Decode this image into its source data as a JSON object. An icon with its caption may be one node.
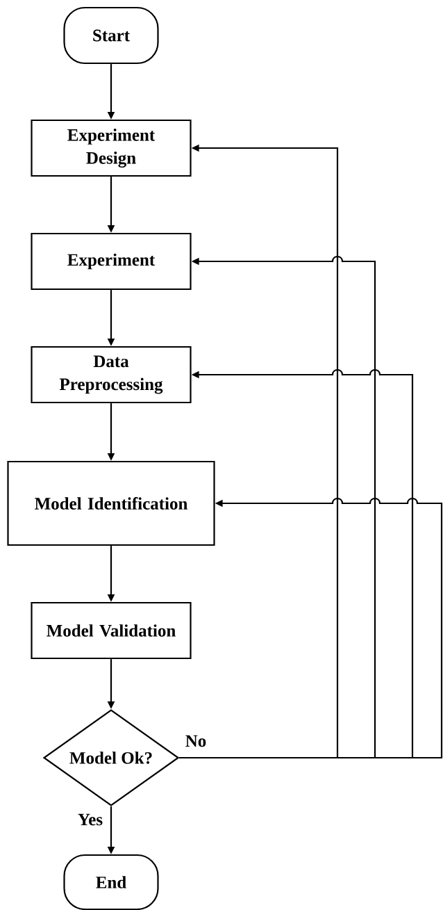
{
  "diagram": {
    "nodes": [
      {
        "text": [
          "Start"
        ]
      },
      {
        "text": [
          "Experiment Design"
        ]
      },
      {
        "text": [
          "Experiment"
        ]
      },
      {
        "text": [
          "Data Preprocessing"
        ]
      },
      {
        "text": [
          "Model Identification"
        ]
      },
      {
        "text": [
          "Model Validation"
        ]
      },
      {
        "text": [
          "Model Ok?"
        ]
      },
      {
        "text": [
          "End"
        ]
      }
    ],
    "edges": [
      {
        "from": 0,
        "to": 1,
        "arrow": "to"
      },
      {
        "from": 1,
        "to": 2,
        "arrow": "to"
      },
      {
        "from": 2,
        "to": 3,
        "arrow": "to"
      },
      {
        "from": 3,
        "to": 4,
        "arrow": "to"
      },
      {
        "from": 4,
        "to": 5,
        "arrow": "to"
      },
      {
        "from": 5,
        "to": 6,
        "arrow": "to"
      },
      {
        "from": 6,
        "to": 7,
        "arrow": "to",
        "label": "Yes"
      },
      {
        "from": 6,
        "to": 1,
        "arrow": "to",
        "label": "No"
      },
      {
        "from": 6,
        "to": 2,
        "arrow": "to"
      },
      {
        "from": 6,
        "to": 3,
        "arrow": "to"
      },
      {
        "from": 6,
        "to": 4,
        "arrow": "to"
      }
    ]
  }
}
